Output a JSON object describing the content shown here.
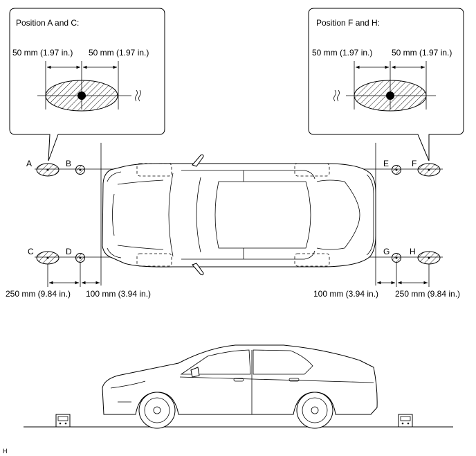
{
  "callout_left": {
    "title": "Position A and C:",
    "dim_left": "50 mm (1.97 in.)",
    "dim_right": "50 mm (1.97 in.)"
  },
  "callout_right": {
    "title": "Position F and H:",
    "dim_left": "50 mm (1.97 in.)",
    "dim_right": "50 mm (1.97 in.)"
  },
  "position_labels": {
    "a": "A",
    "b": "B",
    "c": "C",
    "d": "D",
    "e": "E",
    "f": "F",
    "g": "G",
    "h": "H"
  },
  "bottom_dims": {
    "left_outer": "250 mm (9.84 in.)",
    "left_inner": "100 mm (3.94 in.)",
    "right_inner": "100 mm (3.94 in.)",
    "right_outer": "250 mm (9.84 in.)"
  },
  "corner_mark": "H"
}
